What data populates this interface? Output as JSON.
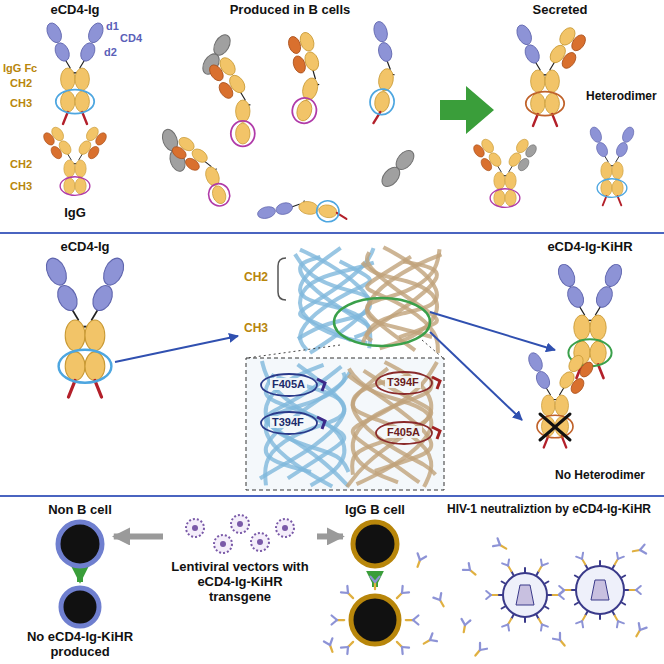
{
  "diagram": {
    "nodes": [
      {
        "text": [
          "Non B cell"
        ]
      },
      {
        "text": [
          "No eCD4-Ig-KiHR produced"
        ]
      },
      {
        "text": [
          "Lentiviral vectors with eCD4-Ig-KiHR transgene"
        ]
      },
      {
        "text": [
          "IgG B cell"
        ]
      }
    ],
    "edges": [
      {
        "from": 2,
        "to": 0,
        "arrow": "to"
      },
      {
        "from": 2,
        "to": 3,
        "arrow": "to"
      },
      {
        "from": 0,
        "to": 1,
        "arrow": "to"
      }
    ],
    "labels": [
      "eCD4-Ig",
      "Produced in B cells",
      "Secreted",
      "d1",
      "d2",
      "CD4",
      "IgG Fc",
      "CH2",
      "CH3",
      "CH2",
      "CH3",
      "IgG",
      "Heterodimer",
      "eCD4-Ig",
      "CH2",
      "CH3",
      "F405A",
      "T394F",
      "T394F",
      "F405A",
      "eCD4-Ig-KiHR",
      "No Heterodimer",
      "HIV-1 neutraliztion by eCD4-Ig-KiHR"
    ]
  }
}
